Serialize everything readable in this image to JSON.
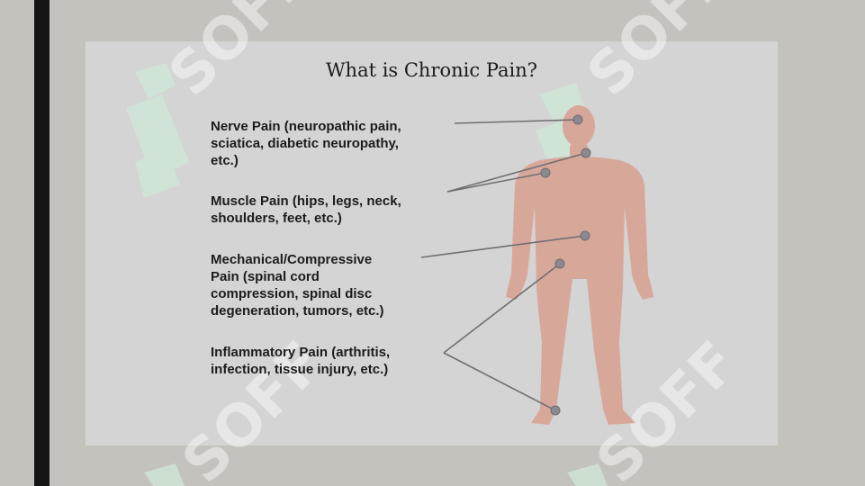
{
  "title": "What is Chronic Pain?",
  "pain_types": [
    {
      "id": "nerve",
      "label": "Nerve Pain (neuropathic pain,\nsciatica, diabetic neuropathy,\netc.)"
    },
    {
      "id": "muscle",
      "label": "Muscle Pain (hips, legs, neck,\nshoulders, feet, etc.)"
    },
    {
      "id": "mechanical",
      "label": "Mechanical/Compressive\nPain (spinal cord\ncompression, spinal disc\ndegeneration, tumors, etc.)"
    },
    {
      "id": "inflammatory",
      "label": "Inflammatory Pain (arthritis,\ninfection, tissue injury, etc.)"
    }
  ],
  "watermark": {
    "text": "SOFF",
    "color": "#ffffff",
    "logo_color": "#cfe8d8"
  },
  "colors": {
    "background": "#c3c2bc",
    "slide": "#d4d4d4",
    "body_silhouette": "#d7a89a",
    "leader_line": "#6f6f72",
    "marker": "#8a8a90"
  }
}
